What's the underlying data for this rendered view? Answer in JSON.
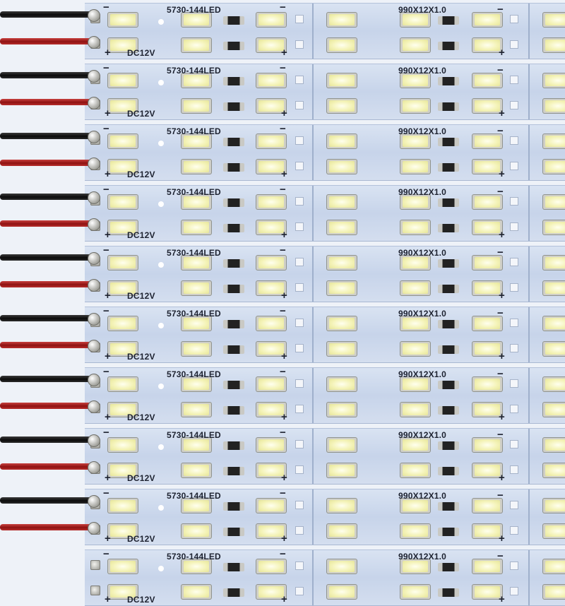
{
  "scene": {
    "description": "Stack of rigid LED strip bars (PCB) with red and black wires"
  },
  "pcb_print": {
    "model": "5730-144LED",
    "size": "990X12X1.0",
    "voltage": "DC12V",
    "minus": "−",
    "plus": "+"
  },
  "colors": {
    "pcb": "#c7d4ea",
    "led": "#f4f3b8",
    "wire_black": "#111111",
    "wire_red": "#a01a1a",
    "silkscreen": "#1d2230"
  }
}
